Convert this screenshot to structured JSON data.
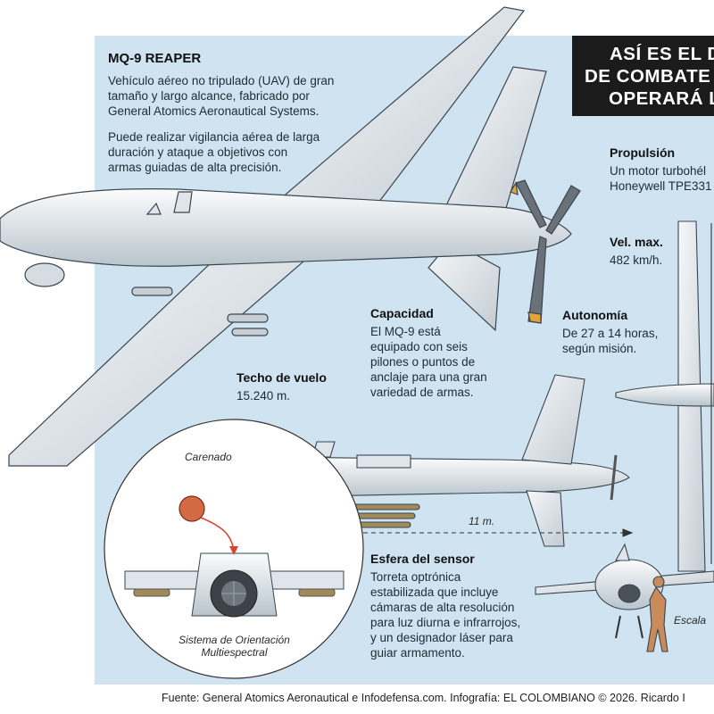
{
  "title": {
    "line1": "ASÍ ES EL D",
    "line2": "DE COMBATE",
    "line3": "OPERARÁ LA"
  },
  "intro": {
    "heading": "MQ-9 REAPER",
    "paragraph1": [
      "Vehículo aéreo no tripulado (UAV) de gran",
      "tamaño y largo alcance, fabricado por",
      "General Atomics Aeronautical Systems."
    ],
    "paragraph2": [
      "Puede realizar vigilancia aérea de larga",
      "duración y ataque a objetivos con",
      "armas guiadas de alta precisión."
    ]
  },
  "specs": {
    "propulsion": {
      "label": "Propulsión",
      "lines": [
        "Un motor turbohél",
        "Honeywell TPE331"
      ]
    },
    "vel_max": {
      "label": "Vel. max.",
      "lines": [
        "482 km/h."
      ]
    },
    "autonomia": {
      "label": "Autonomía",
      "lines": [
        "De 27 a 14 horas,",
        "según misión."
      ]
    },
    "capacidad": {
      "label": "Capacidad",
      "lines": [
        "El MQ-9 está",
        "equipado con seis",
        "pilones o puntos de",
        "anclaje para una gran",
        "variedad de armas."
      ]
    },
    "techo": {
      "label": "Techo de vuelo",
      "lines": [
        "15.240 m."
      ]
    },
    "esfera": {
      "label": "Esfera del sensor",
      "lines": [
        "Torreta optrónica",
        "estabilizada que incluye",
        "cámaras de alta resolución",
        "para luz diurna e infrarrojos,",
        "y un designador láser para",
        "guiar armamento."
      ]
    }
  },
  "callouts": {
    "carenado": "Carenado",
    "length": "11 m.",
    "sistema": [
      "Sistema de Orientación",
      "Multiespectral"
    ],
    "escala": "Escala"
  },
  "footer": "Fuente: General Atomics Aeronautical e Infodefensa.com. Infografía: EL COLOMBIANO © 2026. Ricardo I",
  "colors": {
    "panel": "#cfe3f1",
    "title_bg": "#1b1b1b",
    "aircraft": "#eef2f5",
    "outline": "#3a4650",
    "accent": "#e0a43a",
    "arrow": "#d9452b"
  }
}
